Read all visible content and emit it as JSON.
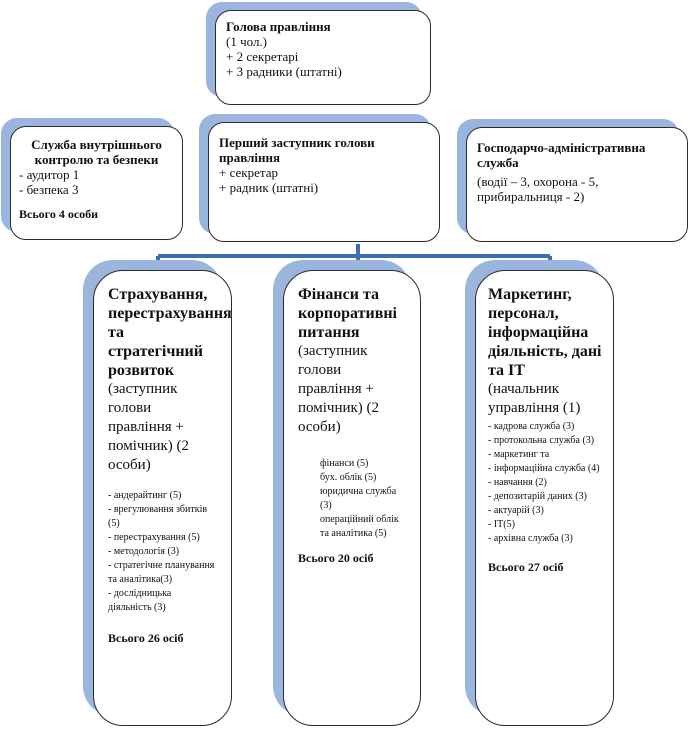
{
  "head": {
    "title": "Голова правління",
    "lines": [
      " (1 чол.)",
      "+ 2 секретарі",
      "+ 3 радники (штатні)"
    ]
  },
  "control_service": {
    "title": "Служба внутрішнього контролю та безпеки",
    "lines": [
      "- аудитор 1",
      "- безпека 3"
    ],
    "total": "Всього 4 особи"
  },
  "first_deputy": {
    "title": "Перший заступник голови правління",
    "lines": [
      "+  секретар",
      "+ радник (штатні)"
    ]
  },
  "admin_service": {
    "title": "Господарчо-адміністративна служба",
    "note": "(водії – 3, охорона - 5, прибиральниця - 2)"
  },
  "insurance": {
    "title": "Страхування, перестрахування та стратегічний розвиток",
    "subtitle": "(заступник голови правління + помічник) (2 особи)",
    "items": [
      "- андерайтинг (5)",
      "- врегулювання збитків (5)",
      "- перестрахування (5)",
      "- методологія (3)",
      "- стратегічне планування та аналітика(3)",
      "- дослідницька діяльність (3)"
    ],
    "total": "Всього 26 осіб"
  },
  "finance": {
    "title": "Фінанси та корпоративні питання",
    "subtitle": "(заступник голови правління + помічник) (2 особи)",
    "items": [
      "фінанси (5)",
      "бух. облік (5)",
      "юридична служба (3)",
      "операційний облік та аналітика (5)"
    ],
    "total": "Всього 20 осіб"
  },
  "marketing": {
    "title": "Маркетинг, персонал, інформаційна діяльність, дані та ІТ",
    "subtitle": "(начальник управління (1)",
    "items": [
      "- кадрова служба (3)",
      "- протокольна служба (3)",
      "- маркетинг та",
      "- інформаційна служба (4)",
      "- навчання (2)",
      "- депозитарій даних (3)",
      "- актуарій (3)",
      "- ІТ(5)",
      "- архівна служба (3)"
    ],
    "total": "Всього 27 осіб"
  },
  "colors": {
    "shadow": "#9ab6df",
    "connector": "#3f6fb3",
    "border": "#2b2b2b"
  }
}
